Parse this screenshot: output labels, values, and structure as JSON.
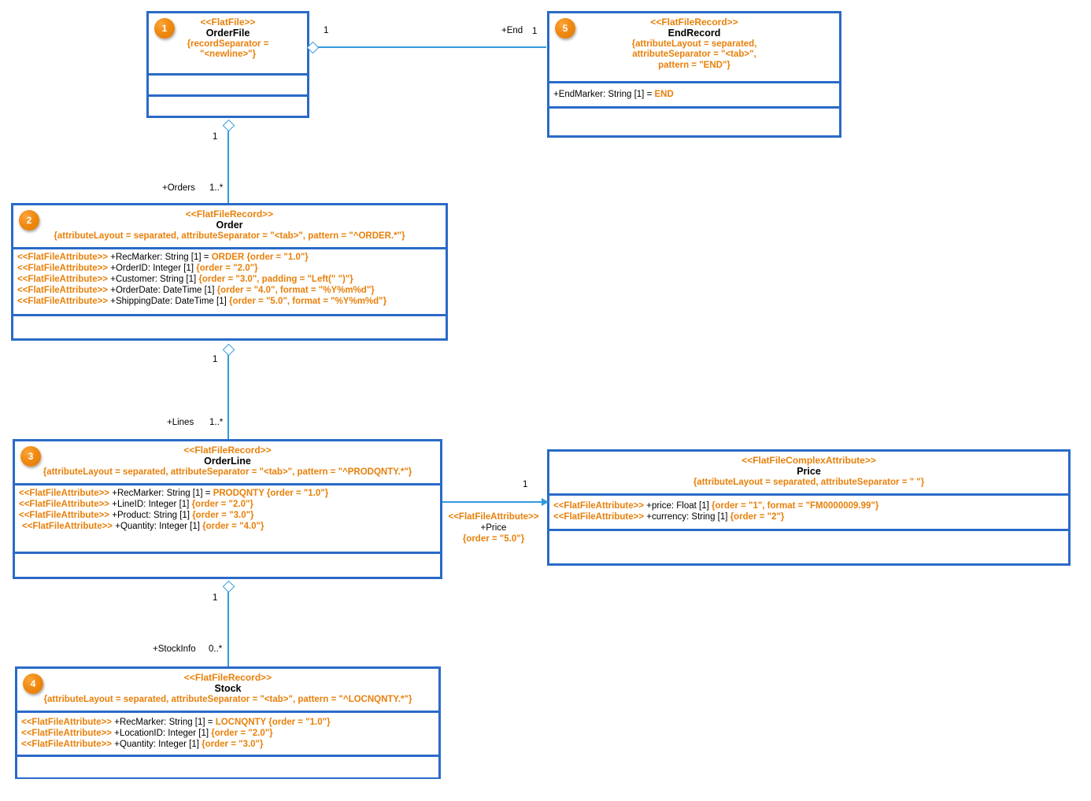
{
  "diagram": {
    "title": "FlatFile UML Class Diagram",
    "colors": {
      "class_border": "#2a6ac8",
      "connector": "#3399dd",
      "stereotype_text": "#e8800a",
      "class_name_text": "#000000",
      "badge_fill": "#f08a12"
    }
  },
  "classes": [
    {
      "id": "orderfile",
      "badge": "1",
      "stereotype": "<<FlatFile>>",
      "name": "OrderFile",
      "properties": "{recordSeparator = \"<newline>\"}",
      "properties_lines": [
        "{recordSeparator =",
        "\"<newline>\"}"
      ],
      "attributes": [],
      "operations": []
    },
    {
      "id": "endrecord",
      "badge": "5",
      "stereotype": "<<FlatFileRecord>>",
      "name": "EndRecord",
      "properties": "{attributeLayout = separated, attributeSeparator = \"<tab>\", pattern = \"END\"}",
      "properties_lines": [
        "{attributeLayout = separated,",
        "attributeSeparator = \"<tab>\",",
        "pattern = \"END\"}"
      ],
      "attributes": [
        {
          "stereotype": "",
          "signature": "+EndMarker: String [1] = ",
          "value": "END",
          "tag": ""
        }
      ],
      "operations": []
    },
    {
      "id": "order",
      "badge": "2",
      "stereotype": "<<FlatFileRecord>>",
      "name": "Order",
      "properties": "{attributeLayout = separated, attributeSeparator = \"<tab>\", pattern = \"^ORDER.*\"}",
      "properties_lines": [
        "{attributeLayout = separated, attributeSeparator = \"<tab>\", pattern = \"^ORDER.*\"}"
      ],
      "attributes": [
        {
          "stereotype": "<<FlatFileAttribute>>",
          "signature": " +RecMarker: String [1] = ",
          "value": "ORDER ",
          "tag": "{order = \"1.0\"}"
        },
        {
          "stereotype": "<<FlatFileAttribute>>",
          "signature": " +OrderID: Integer [1] ",
          "value": "",
          "tag": "{order = \"2.0\"}"
        },
        {
          "stereotype": "<<FlatFileAttribute>>",
          "signature": " +Customer: String [1] ",
          "value": "",
          "tag": "{order = \"3.0\", padding = \"Left(\" \")\"}"
        },
        {
          "stereotype": "<<FlatFileAttribute>>",
          "signature": " +OrderDate: DateTime [1] ",
          "value": "",
          "tag": "{order = \"4.0\", format = \"%Y%m%d\"}"
        },
        {
          "stereotype": "<<FlatFileAttribute>>",
          "signature": " +ShippingDate: DateTime [1] ",
          "value": "",
          "tag": "{order = \"5.0\", format = \"%Y%m%d\"}"
        }
      ],
      "operations": []
    },
    {
      "id": "orderline",
      "badge": "3",
      "stereotype": "<<FlatFileRecord>>",
      "name": "OrderLine",
      "properties": "{attributeLayout = separated, attributeSeparator = \"<tab>\", pattern = \"^PRODQNTY.*\"}",
      "properties_lines": [
        "{attributeLayout = separated, attributeSeparator = \"<tab>\", pattern = \"^PRODQNTY.*\"}"
      ],
      "attributes": [
        {
          "stereotype": "<<FlatFileAttribute>>",
          "signature": " +RecMarker: String [1] = ",
          "value": "PRODQNTY ",
          "tag": "{order = \"1.0\"}"
        },
        {
          "stereotype": "<<FlatFileAttribute>>",
          "signature": " +LineID: Integer [1] ",
          "value": "",
          "tag": "{order = \"2.0\"}"
        },
        {
          "stereotype": "<<FlatFileAttribute>>",
          "signature": " +Product: String [1] ",
          "value": "",
          "tag": "{order = \"3.0\"}"
        },
        {
          "stereotype": "<<FlatFileAttribute>>",
          "signature": " +Quantity: Integer [1] ",
          "value": "",
          "tag": "{order = \"4.0\"}"
        }
      ],
      "operations": []
    },
    {
      "id": "price",
      "badge": "",
      "stereotype": "<<FlatFileComplexAttribute>>",
      "name": "Price",
      "properties": "{attributeLayout = separated, attributeSeparator = \" \"}",
      "properties_lines": [
        "{attributeLayout = separated, attributeSeparator = \" \"}"
      ],
      "attributes": [
        {
          "stereotype": "<<FlatFileAttribute>>",
          "signature": " +price: Float [1] ",
          "value": "",
          "tag": "{order = \"1\", format = \"FM0000009.99\"}"
        },
        {
          "stereotype": "<<FlatFileAttribute>>",
          "signature": " +currency: String [1] ",
          "value": "",
          "tag": "{order = \"2\"}"
        }
      ],
      "operations": []
    },
    {
      "id": "stock",
      "badge": "4",
      "stereotype": "<<FlatFileRecord>>",
      "name": "Stock",
      "properties": "{attributeLayout = separated, attributeSeparator = \"<tab>\", pattern = \"^LOCNQNTY.*\"}",
      "properties_lines": [
        "{attributeLayout = separated, attributeSeparator = \"<tab>\", pattern = \"^LOCNQNTY.*\"}"
      ],
      "attributes": [
        {
          "stereotype": "<<FlatFileAttribute>>",
          "signature": " +RecMarker: String [1] = ",
          "value": "LOCNQNTY ",
          "tag": "{order = \"1.0\"}"
        },
        {
          "stereotype": "<<FlatFileAttribute>>",
          "signature": " +LocationID: Integer [1] ",
          "value": "",
          "tag": "{order = \"2.0\"}"
        },
        {
          "stereotype": "<<FlatFileAttribute>>",
          "signature": " +Quantity: Integer [1] ",
          "value": "",
          "tag": "{order = \"3.0\"}"
        }
      ],
      "operations": []
    }
  ],
  "connectors": {
    "orderfile_endrecord": {
      "source_multiplicity": "1",
      "target_role": "+End",
      "target_multiplicity": "1"
    },
    "orderfile_order": {
      "source_multiplicity": "1",
      "target_role": "+Orders",
      "target_multiplicity": "1..*"
    },
    "order_orderline": {
      "source_multiplicity": "1",
      "target_role": "+Lines",
      "target_multiplicity": "1..*"
    },
    "orderline_stock": {
      "source_multiplicity": "1",
      "target_role": "+StockInfo",
      "target_multiplicity": "0..*"
    },
    "orderline_price": {
      "target_multiplicity": "1",
      "stereotype": "<<FlatFileAttribute>>",
      "role": "+Price",
      "tag": "{order = \"5.0\"}"
    }
  }
}
